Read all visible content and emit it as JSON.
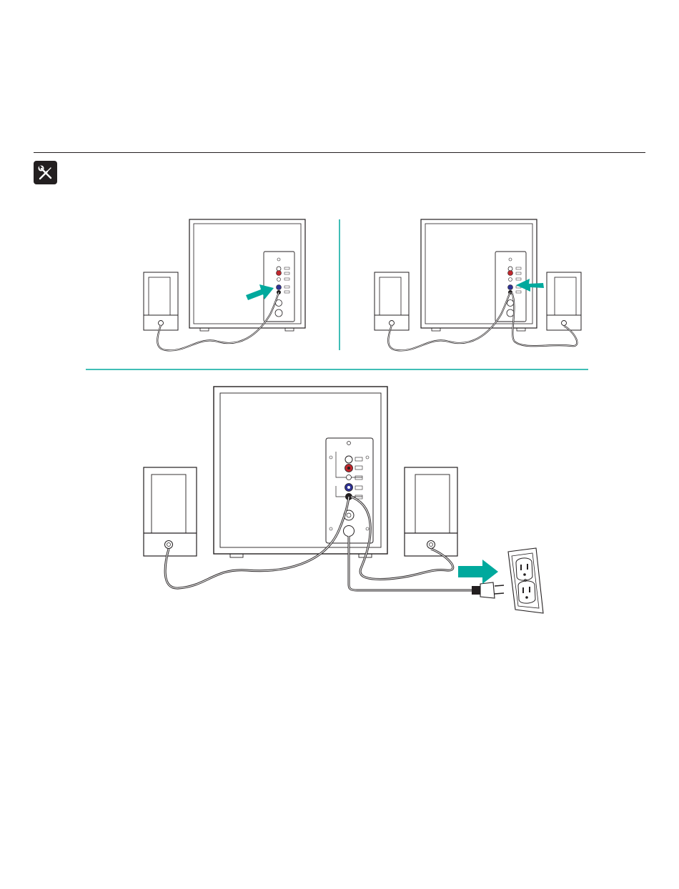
{
  "colors": {
    "accent_teal": "#00a99d",
    "line_ink": "#231f20",
    "jack_red": "#c1272d",
    "jack_blue": "#2e3192",
    "jack_green": "#39b54a"
  },
  "header": {
    "tools_icon": "tools-icon"
  },
  "steps": [
    {
      "panel": "step-1",
      "icons": [
        "subwoofer",
        "left-satellite-speaker",
        "arrow-right-teal"
      ]
    },
    {
      "panel": "step-2",
      "icons": [
        "subwoofer",
        "left-satellite-speaker",
        "right-satellite-speaker",
        "arrow-left-teal"
      ]
    },
    {
      "panel": "step-3",
      "icons": [
        "subwoofer",
        "left-satellite-speaker",
        "right-satellite-speaker",
        "power-plug",
        "wall-outlet",
        "arrow-right-teal"
      ]
    }
  ]
}
